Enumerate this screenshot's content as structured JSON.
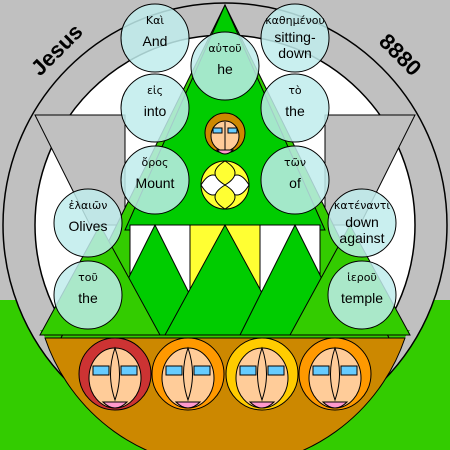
{
  "corner_labels": {
    "name": "Jesus",
    "number": "8880"
  },
  "words": [
    {
      "id": "kai",
      "greek": "Καὶ",
      "english": "And"
    },
    {
      "id": "kathemenou",
      "greek": "καθημένου",
      "english": "sitting-|down"
    },
    {
      "id": "autou",
      "greek": "αὐτοῦ",
      "english": "he"
    },
    {
      "id": "eis",
      "greek": "εἰς",
      "english": "into"
    },
    {
      "id": "to",
      "greek": "τὸ",
      "english": "the"
    },
    {
      "id": "oros",
      "greek": "ὄρος",
      "english": "Mount"
    },
    {
      "id": "ton",
      "greek": "τῶν",
      "english": "of"
    },
    {
      "id": "elaion",
      "greek": "ἐλαιῶν",
      "english": "Olives"
    },
    {
      "id": "katenanti",
      "greek": "κατέναντι",
      "english": "down|against"
    },
    {
      "id": "tou",
      "greek": "τοῦ",
      "english": "the"
    },
    {
      "id": "hierou",
      "greek": "ἱεροῦ",
      "english": "temple"
    }
  ],
  "colors": {
    "sky_gray": "#c0c0c0",
    "grass_green": "#33cc00",
    "triangle_green": "#00cc00",
    "circle_fill": "#c0ecec",
    "dark_green": "#339900",
    "yellow": "#ffff33",
    "ground_brown": "#cc8800",
    "face_red": "#cc3333",
    "face_orange": "#ff9900",
    "face_gold": "#ffcc00",
    "face_skin": "#ffcc99",
    "eye_blue": "#66ccff",
    "mouth_pink": "#ff99cc"
  },
  "faces": [
    {
      "hair": "#cc3333"
    },
    {
      "hair": "#ff9900"
    },
    {
      "hair": "#ffcc00"
    },
    {
      "hair": "#ff9900"
    }
  ]
}
